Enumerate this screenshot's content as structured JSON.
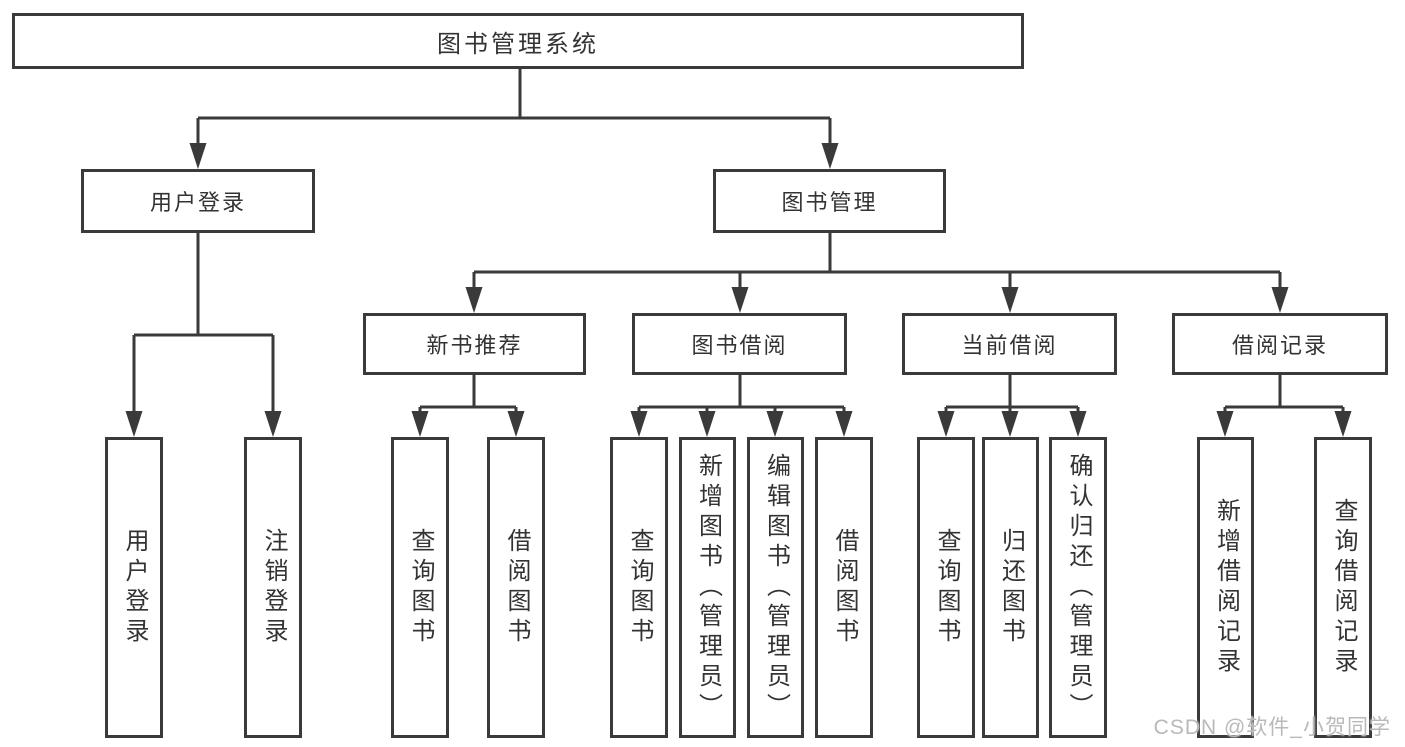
{
  "colors": {
    "line": "#3a3a3a",
    "box_border": "#3a3a3a",
    "text": "#333333",
    "watermark": "#b9b9b9",
    "background": "#ffffff"
  },
  "watermark": {
    "text": "CSDN @软件_小贺同学"
  },
  "tree": {
    "root": {
      "label": "图书管理系统"
    },
    "children": [
      {
        "label": "用户登录",
        "children": [
          {
            "label": "用户登录"
          },
          {
            "label": "注销登录"
          }
        ]
      },
      {
        "label": "图书管理",
        "children": [
          {
            "label": "新书推荐",
            "children": [
              {
                "label": "查询图书"
              },
              {
                "label": "借阅图书"
              }
            ]
          },
          {
            "label": "图书借阅",
            "children": [
              {
                "label": "查询图书"
              },
              {
                "label": "新增图书（管理员）"
              },
              {
                "label": "编辑图书（管理员）"
              },
              {
                "label": "借阅图书"
              }
            ]
          },
          {
            "label": "当前借阅",
            "children": [
              {
                "label": "查询图书"
              },
              {
                "label": "归还图书"
              },
              {
                "label": "确认归还（管理员）"
              }
            ]
          },
          {
            "label": "借阅记录",
            "children": [
              {
                "label": "新增借阅记录"
              },
              {
                "label": "查询借阅记录"
              }
            ]
          }
        ]
      }
    ]
  }
}
